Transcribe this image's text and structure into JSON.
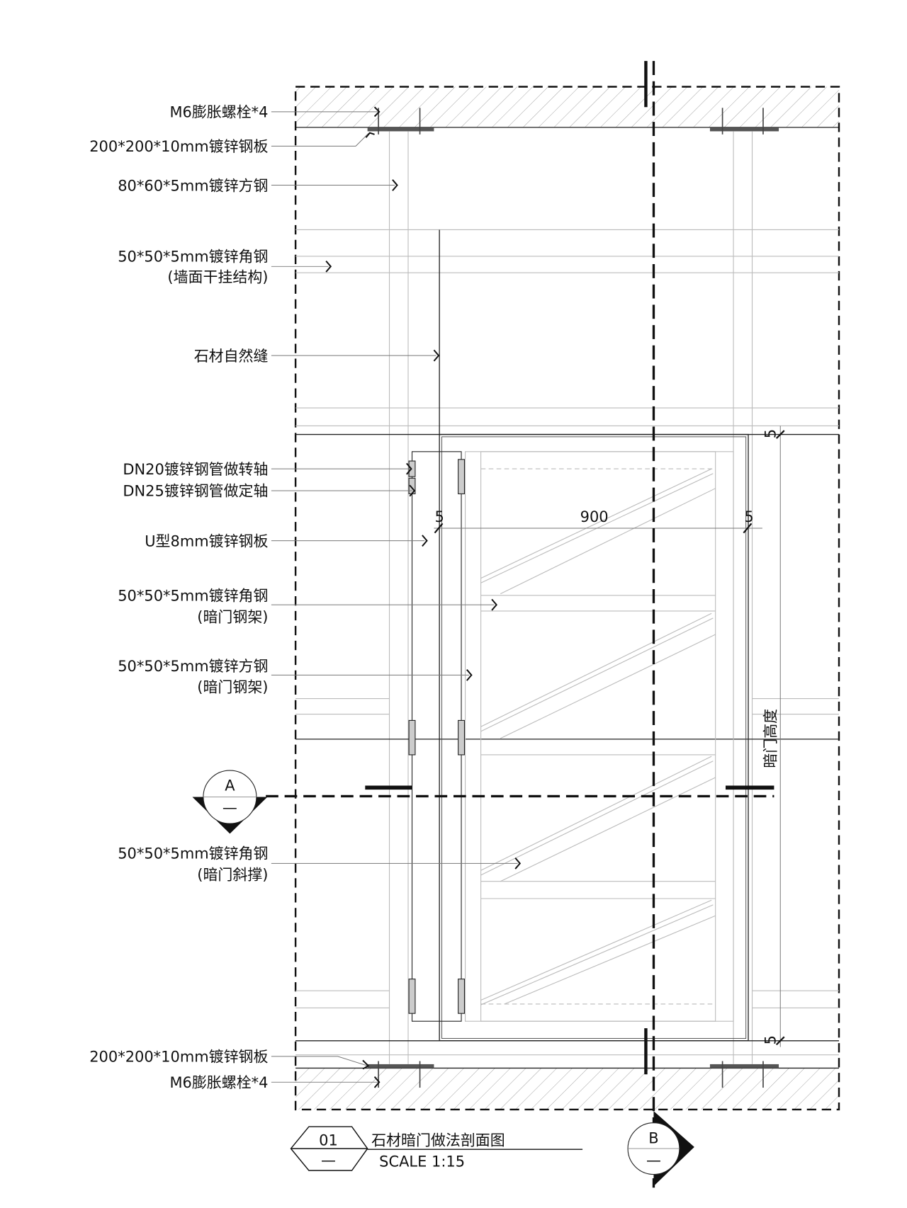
{
  "drawing": {
    "title": "石材暗门做法剖面图",
    "number": "01",
    "sheet": "—",
    "scale": "SCALE 1:15",
    "section_a": {
      "letter": "A",
      "sheet": "—"
    },
    "section_b": {
      "letter": "B",
      "sheet": "—"
    },
    "dimensions": {
      "width": "900",
      "gap_left": "5",
      "gap_right": "5",
      "gap_top": "5",
      "gap_bottom": "5",
      "height_label": "暗门高度"
    }
  },
  "labels": [
    {
      "line1": "M6膨胀螺栓*4"
    },
    {
      "line1": "200*200*10mm镀锌钢板"
    },
    {
      "line1": "80*60*5mm镀锌方钢"
    },
    {
      "line1": "50*50*5mm镀锌角钢",
      "line2": "(墙面干挂结构)"
    },
    {
      "line1": "石材自然缝"
    },
    {
      "line1": "DN20镀锌钢管做转轴"
    },
    {
      "line1": "DN25镀锌钢管做定轴"
    },
    {
      "line1": "U型8mm镀锌钢板"
    },
    {
      "line1": "50*50*5mm镀锌角钢",
      "line2": "(暗门钢架)"
    },
    {
      "line1": "50*50*5mm镀锌方钢",
      "line2": "(暗门钢架)"
    },
    {
      "line1": "50*50*5mm镀锌角钢",
      "line2": "(暗门斜撑)"
    },
    {
      "line1": "200*200*10mm镀锌钢板"
    },
    {
      "line1": "M6膨胀螺栓*4"
    }
  ]
}
